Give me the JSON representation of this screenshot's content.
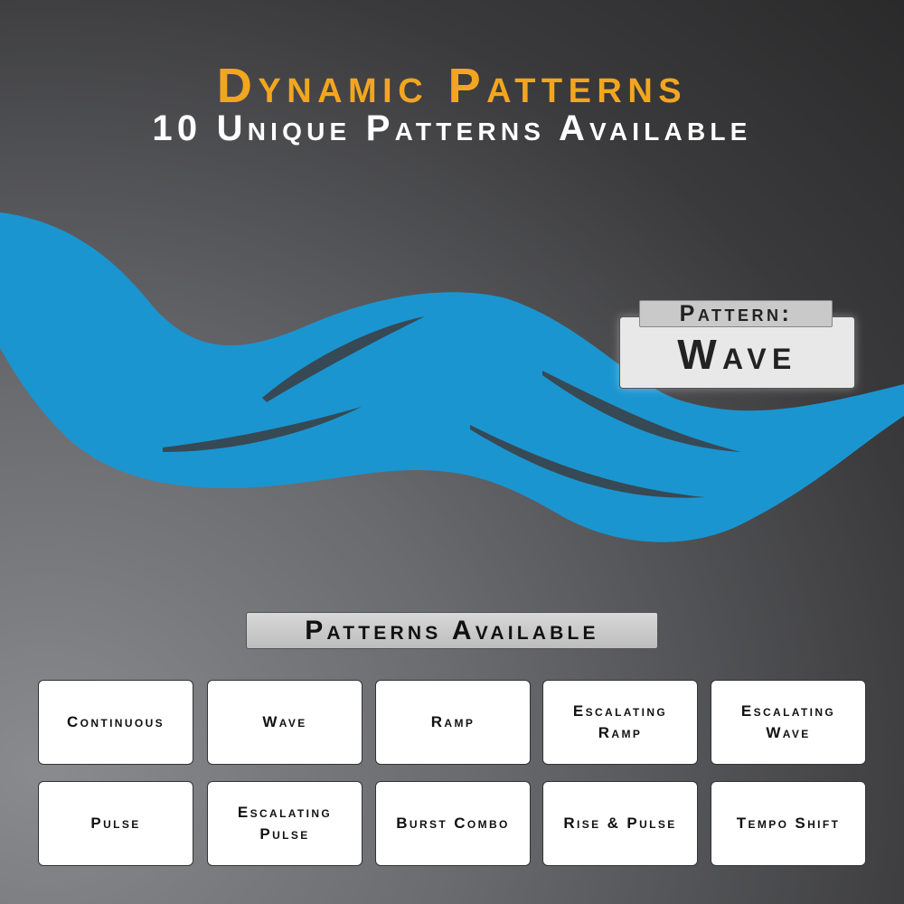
{
  "title": "Dynamic Patterns",
  "subtitle": "10 Unique Patterns Available",
  "current_pattern": {
    "label": "Pattern:",
    "value": "Wave"
  },
  "patterns_header": "Patterns Available",
  "patterns": [
    "Continuous",
    "Wave",
    "Ramp",
    "Escalating Ramp",
    "Escalating Wave",
    "Pulse",
    "Escalating Pulse",
    "Burst Combo",
    "Rise & Pulse",
    "Tempo Shift"
  ],
  "colors": {
    "accent": "#f2a620",
    "wave": "#1b95d0"
  }
}
